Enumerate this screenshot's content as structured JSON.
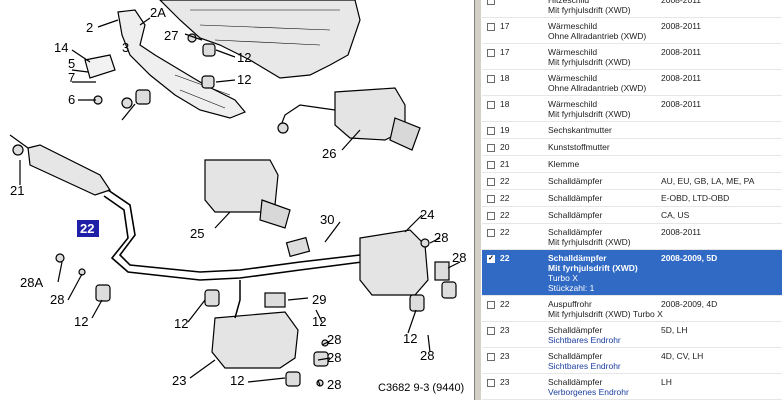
{
  "diagram": {
    "callouts": [
      "2",
      "2A",
      "14",
      "5",
      "7",
      "3",
      "6",
      "27",
      "12",
      "12",
      "26",
      "21",
      "22",
      "25",
      "24",
      "30",
      "28",
      "28A",
      "28",
      "12",
      "29",
      "12",
      "12",
      "28",
      "28",
      "28",
      "23",
      "12",
      "28"
    ],
    "highlighted": "22",
    "caption": "C3682 9-3 (9440)"
  },
  "parts": [
    {
      "pos": "",
      "desc": "Hitzeschild",
      "desc2": "Mit fyrhjulsdrift (XWD)",
      "years": "2008-2011",
      "cut_top": true
    },
    {
      "pos": "17",
      "desc": "Wärmeschild",
      "desc2": "Ohne Allradantrieb (XWD)",
      "years": "2008-2011"
    },
    {
      "pos": "17",
      "desc": "Wärmeschild",
      "desc2": "Mit fyrhjulsdrift (XWD)",
      "years": "2008-2011"
    },
    {
      "pos": "18",
      "desc": "Wärmeschild",
      "desc2": "Ohne Allradantrieb (XWD)",
      "years": "2008-2011"
    },
    {
      "pos": "18",
      "desc": "Wärmeschild",
      "desc2": "Mit fyrhjulsdrift (XWD)",
      "years": "2008-2011"
    },
    {
      "pos": "19",
      "desc": "Sechskantmutter",
      "years": ""
    },
    {
      "pos": "20",
      "desc": "Kunststoffmutter",
      "years": ""
    },
    {
      "pos": "21",
      "desc": "Klemme",
      "years": ""
    },
    {
      "pos": "22",
      "desc": "Schalldämpfer",
      "years": "AU, EU, GB, LA, ME, PA"
    },
    {
      "pos": "22",
      "desc": "Schalldämpfer",
      "years": "E-OBD, LTD-OBD"
    },
    {
      "pos": "22",
      "desc": "Schalldämpfer",
      "years": "CA, US"
    },
    {
      "pos": "22",
      "desc": "Schalldämpfer",
      "desc2": "Mit fyrhjulsdrift (XWD)",
      "years": "2008-2011"
    },
    {
      "pos": "22",
      "desc": "Schalldämpfer",
      "desc2": "Mit fyrhjulsdrift (XWD)",
      "desc3": "Turbo X",
      "desc4": "Stückzahl: 1",
      "years": "2008-2009, 5D",
      "selected": true,
      "checked": true
    },
    {
      "pos": "22",
      "desc": "Auspuffrohr",
      "desc2": "Mit fyrhjulsdrift (XWD)  Turbo X",
      "years": "2008-2009, 4D"
    },
    {
      "pos": "23",
      "desc": "Schalldämpfer",
      "desc2": "Sichtbares Endrohr",
      "years": "5D, LH",
      "blue2": true
    },
    {
      "pos": "23",
      "desc": "Schalldämpfer",
      "desc2": "Sichtbares Endrohr",
      "years": "4D, CV, LH",
      "blue2": true
    },
    {
      "pos": "23",
      "desc": "Schalldämpfer",
      "desc2": "Verborgenes Endrohr",
      "years": "LH",
      "blue2": true
    }
  ]
}
